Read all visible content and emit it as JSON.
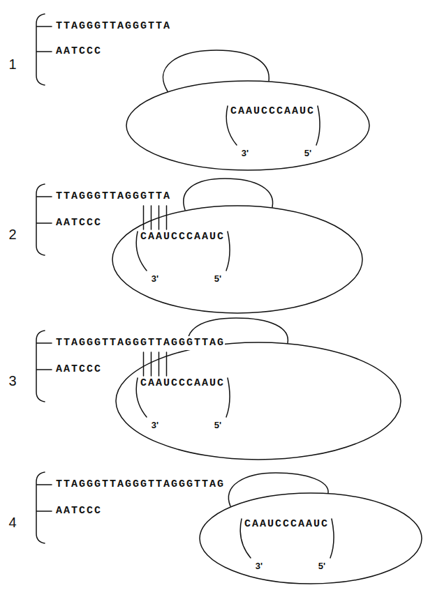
{
  "diagram": {
    "nodes": [
      {
        "text": [
          "CAAUCCCAAUC",
          "3'",
          "5'"
        ]
      },
      {
        "text": [
          "CAAUCCCAAUC",
          "3'",
          "5'"
        ]
      },
      {
        "text": [
          "CAAUCCCAAUC",
          "3'",
          "5'"
        ]
      },
      {
        "text": [
          "CAAUCCCAAUC",
          "3'",
          "5'"
        ]
      }
    ],
    "labels": [
      "1",
      "TTAGGGTTAGGGTTA",
      "AATCCC",
      "2",
      "TTAGGGTTAGGGTTA",
      "AATCCC",
      "3",
      "TTAGGGTTAGGGTTAGGGTTAG",
      "AATCCC",
      "4",
      "TTAGGGTTAGGGTTAGGGTTAG",
      "AATCCC"
    ]
  }
}
